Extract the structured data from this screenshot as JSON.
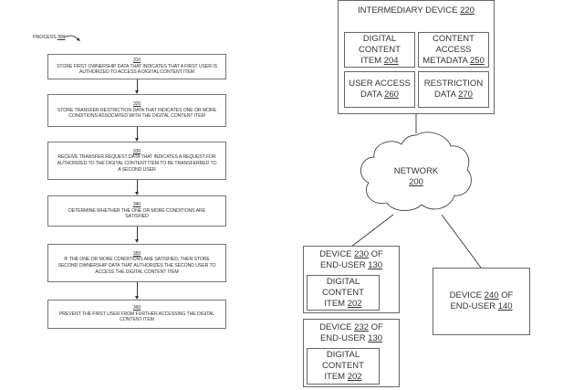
{
  "process": {
    "label": "PROCESS",
    "number": "300",
    "steps": [
      {
        "number": "310",
        "text": "STORE FIRST OWNERSHIP DATA THAT INDICATES THAT A FIRST USER IS AUTHORIZED TO ACCESS A DIGITAL CONTENT ITEM"
      },
      {
        "number": "320",
        "text": "STORE TRANSFER RESTRICTION DATA THAT INDICATES ONE OR MORE CONDITIONS ASSOCIATED WITH THE DIGITAL CONTENT ITEM"
      },
      {
        "number": "330",
        "text": "RECEIVE TRANSFER REQUEST DATA THAT INDICATES A REQUEST FOR AUTHORIZED TO THE DIGITAL CONTENT ITEM TO BE TRANSFERRED TO A SECOND USER"
      },
      {
        "number": "340",
        "text": "DETERMINE WHETHER THE ONE OR MORE CONDITIONS ARE SATISFIED"
      },
      {
        "number": "350",
        "text": "IF THE ONE OR MORE CONDITIONS ARE SATISFIED, THEN STORE SECOND OWNERSHIP DATA THAT AUTHORIZES THE SECOND USER TO ACCESS THE DIGITAL CONTENT ITEM"
      },
      {
        "number": "360",
        "text": "PREVENT THE FIRST USER FROM FURTHER ACCESSING THE DIGITAL CONTENT ITEM"
      }
    ]
  },
  "system": {
    "intermediary": {
      "label": "INTERMEDIARY DEVICE",
      "number": "220",
      "cells": [
        {
          "line1": "DIGITAL CONTENT",
          "line2": "ITEM",
          "number": "204"
        },
        {
          "line1": "CONTENT ACCESS",
          "line2": "METADATA",
          "number": "250"
        },
        {
          "line1": "USER ACCESS",
          "line2": "DATA",
          "number": "260"
        },
        {
          "line1": "RESTRICTION",
          "line2": "DATA",
          "number": "270"
        }
      ]
    },
    "network": {
      "label": "NETWORK",
      "number": "200"
    },
    "device230": {
      "line1": "DEVICE",
      "number": "230",
      "line1_suffix": "OF",
      "line2": "END-USER",
      "user_number": "130",
      "content": {
        "line1": "DIGITAL CONTENT",
        "line2": "ITEM",
        "number": "202"
      }
    },
    "device232": {
      "line1": "DEVICE",
      "number": "232",
      "line1_suffix": "OF",
      "line2": "END-USER",
      "user_number": "130",
      "content": {
        "line1": "DIGITAL CONTENT",
        "line2": "ITEM",
        "number": "202"
      }
    },
    "device240": {
      "line1": "DEVICE",
      "number": "240",
      "line1_suffix": "OF",
      "line2": "END-USER",
      "user_number": "140"
    }
  }
}
